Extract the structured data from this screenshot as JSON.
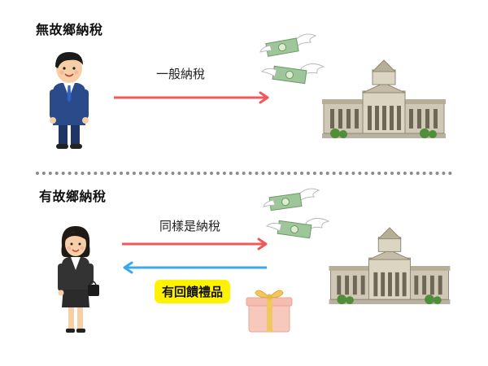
{
  "sections": [
    {
      "title": "無故鄉納稅",
      "arrow_label": "一般納稅",
      "arrow_color": "#f0585a"
    },
    {
      "title": "有故鄉納稅",
      "arrow_label": "同樣是納稅",
      "arrow_color": "#f0585a",
      "return_arrow_color": "#3aa8ee",
      "gift_label": "有回饋禮品",
      "gift_badge_color": "#fff200"
    }
  ],
  "divider_color": "#8a8a8a"
}
